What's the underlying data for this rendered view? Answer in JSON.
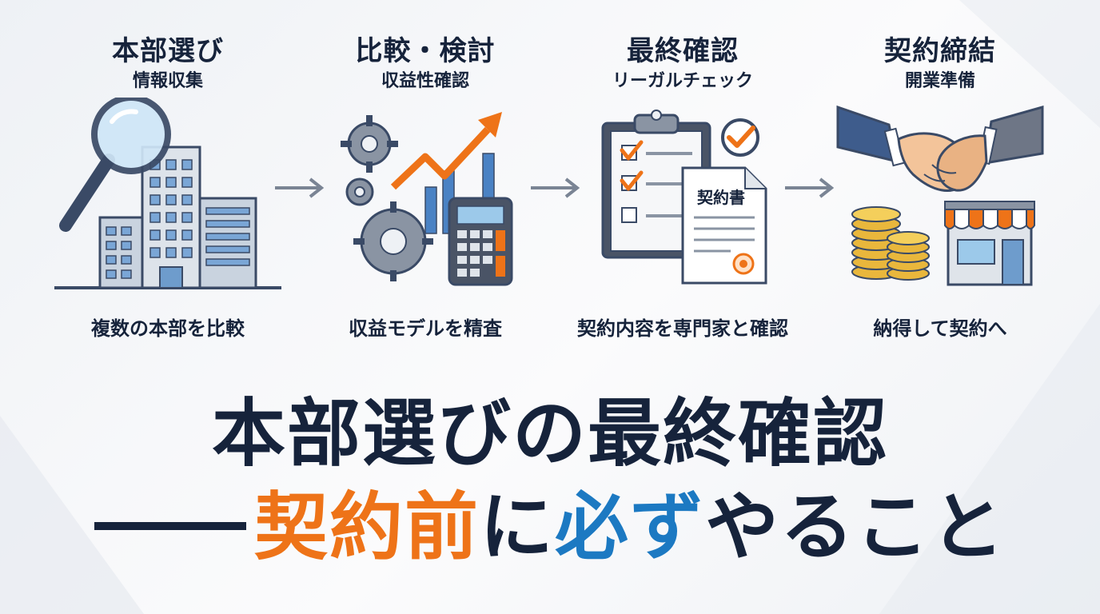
{
  "steps": [
    {
      "title": "本部選び",
      "subtitle": "情報収集",
      "caption": "複数の本部を比較",
      "icon": "magnifier-buildings-icon"
    },
    {
      "title": "比較・検討",
      "subtitle": "収益性確認",
      "caption": "収益モデルを精査",
      "icon": "gears-chart-calculator-icon"
    },
    {
      "title": "最終確認",
      "subtitle": "リーガルチェック",
      "caption": "契約内容を専門家と確認",
      "icon": "checklist-contract-icon",
      "document_label": "契約書"
    },
    {
      "title": "契約締結",
      "subtitle": "開業準備",
      "caption": "納得して契約へ",
      "icon": "handshake-coins-shop-icon"
    }
  ],
  "headline": {
    "line1": "本部選びの最終確認",
    "line2_part1": "契約前",
    "line2_part2": "に",
    "line2_part3": "必ず",
    "line2_part4": "やること"
  },
  "colors": {
    "navy": "#16233b",
    "orange": "#ee7318",
    "blue": "#1c79c2"
  }
}
